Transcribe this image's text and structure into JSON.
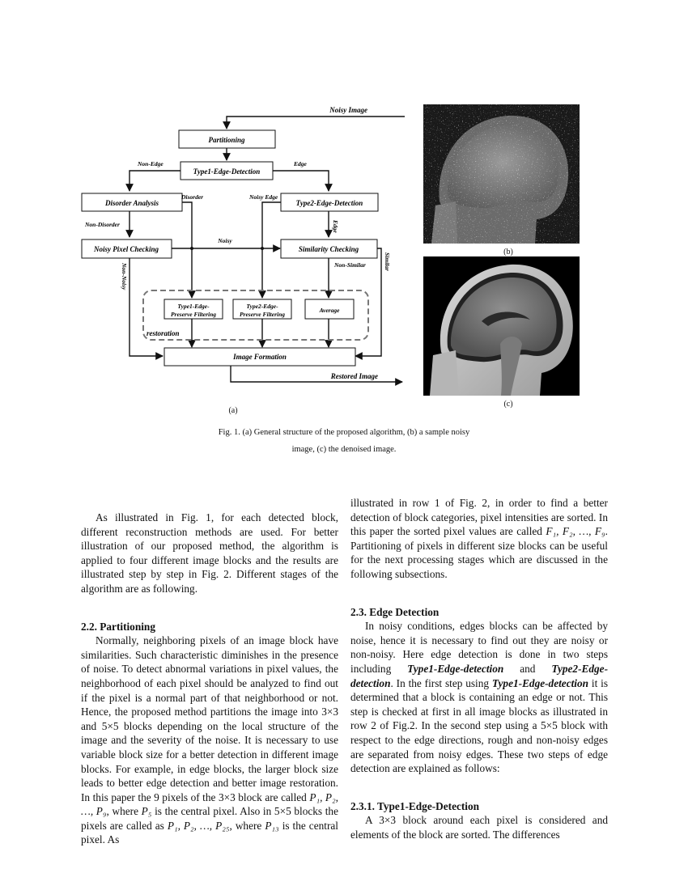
{
  "figure": {
    "labels": {
      "noisy_image": "Noisy Image",
      "partitioning": "Partitioning",
      "type1_edge_detection": "Type1-Edge-Detection",
      "non_edge": "Non-Edge",
      "edge": "Edge",
      "disorder_analysis": "Disorder Analysis",
      "disorder": "Disorder",
      "noisy_edge": "Noisy Edge",
      "type2_edge_detection": "Type2-Edge-Detection",
      "non_disorder": "Non-Disorder",
      "edge_vertical": "Edge",
      "noisy_pixel_checking": "Noisy Pixel Checking",
      "noisy": "Noisy",
      "similarity_checking": "Similarity Checking",
      "non_noisy": "Non-Noisy",
      "non_similar": "Non-Similar",
      "similar": "Similar",
      "type1_filter_line1": "Type1-Edge-",
      "type1_filter_line2": "Preserve Filtering",
      "type2_filter_line1": "Type2-Edge-",
      "type2_filter_line2": "Preserve Filtering",
      "average": "Average",
      "restoration": "restoration",
      "image_formation": "Image Formation",
      "restored_image": "Restored Image"
    },
    "sub_a": "(a)",
    "sub_b": "(b)",
    "sub_c": "(c)",
    "caption_line1": "Fig. 1. (a) General structure of the proposed algorithm, (b) a sample noisy",
    "caption_line2": "image, (c) the denoised image."
  },
  "left_column": {
    "intro_paragraph": "As illustrated in Fig. 1, for each detected block, different reconstruction methods are used. For better illustration of our proposed method, the algorithm is applied to four different image blocks and the results are illustrated step by step in Fig. 2. Different stages of the algorithm are as following.",
    "section_22_heading": "2.2. Partitioning",
    "partitioning_text_a": "Normally, neighboring pixels of an image block have similarities. Such characteristic diminishes in the presence of noise. To detect abnormal variations in pixel values, the neighborhood of each pixel should be analyzed to find out if the pixel is a normal part of that neighborhood or not. Hence, the proposed method partitions the image into 3×3 and 5×5 blocks depending on the local structure of the image and the severity of the noise. It is necessary to use variable block size for a better detection in different image blocks. For example, in edge blocks, the larger block size leads to better edge detection and better image restoration. In this paper the 9 pixels of the 3×3 block are called ",
    "partitioning_math_1": "P₁, P₂, …, P₉",
    "partitioning_text_b": ", where ",
    "partitioning_math_2": "P₅",
    "partitioning_text_c": " is the central pixel. Also in 5×5 blocks the pixels are called as ",
    "partitioning_math_3": "P₁, P₂, …, P₂₅",
    "partitioning_text_d": ", where ",
    "partitioning_math_4": "P₁₃",
    "partitioning_text_e": " is the central pixel. As"
  },
  "right_column": {
    "cont_text_a": "illustrated in row 1 of Fig. 2, in order to find a better detection of block categories, pixel intensities are sorted. In this paper the sorted pixel values are called ",
    "cont_math": "F₁, F₂, …, F₉",
    "cont_text_b": ". Partitioning of pixels in different size blocks can be useful for the next processing stages which are discussed in the following subsections.",
    "section_23_heading": "2.3. Edge Detection",
    "edge_text_a": "In noisy conditions, edges blocks can be affected by noise, hence it is necessary to find out they are noisy or non-noisy. Here edge detection is done in two steps including ",
    "edge_bi_1": "Type1-Edge-detection",
    "edge_text_b": " and ",
    "edge_bi_2": "Type2-Edge-detection",
    "edge_text_c": ". In the first step using ",
    "edge_bi_3": "Type1-Edge-detection",
    "edge_text_d": " it is determined that a block is containing an edge or not. This step is checked at first in all image blocks as illustrated in row 2 of Fig.2. In the second step using a 5×5 block with respect to the edge directions, rough and non-noisy edges are separated from noisy edges. These two steps of edge detection are explained as follows:",
    "section_231_heading": "2.3.1. Type1-Edge-Detection",
    "type1_text": "A 3×3 block around each pixel is considered and elements of the block are sorted. The differences"
  }
}
